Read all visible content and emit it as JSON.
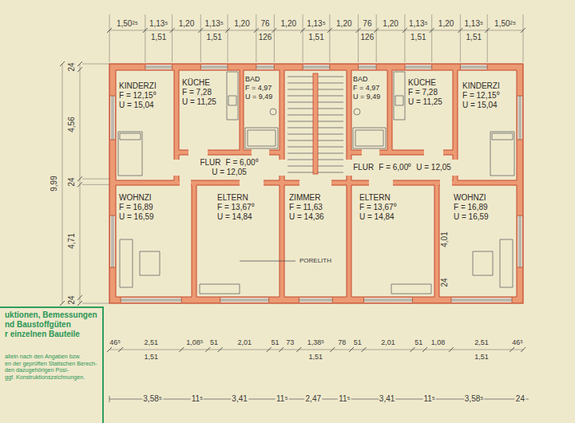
{
  "diagram": {
    "nodes": [
      {
        "text": [
          "KINDERZI",
          "F = 12,15⁰",
          "U = 15,04"
        ]
      },
      {
        "text": [
          "KÜCHE",
          "F = 7,28",
          "U = 11,25"
        ]
      },
      {
        "text": [
          "BAD",
          "F = 4,97",
          "U = 9,49"
        ]
      },
      {
        "text": [
          "BAD",
          "F = 4,97",
          "U = 9,49"
        ]
      },
      {
        "text": [
          "KÜCHE",
          "F = 7,28",
          "U = 11,25"
        ]
      },
      {
        "text": [
          "KINDERZI",
          "F = 12,15⁰",
          "U = 15,04"
        ]
      },
      {
        "text": [
          "FLUR",
          "F = 6,00⁰",
          "U = 12,05"
        ]
      },
      {
        "text": [
          "FLUR",
          "F = 6,00⁰",
          "U = 12,05"
        ]
      },
      {
        "text": [
          "WOHNZI",
          "F = 16,89",
          "U = 16,59"
        ]
      },
      {
        "text": [
          "ELTERN",
          "F = 13,67⁰",
          "U = 14,84"
        ]
      },
      {
        "text": [
          "ZIMMER",
          "F = 11,63",
          "U = 14,36"
        ]
      },
      {
        "text": [
          "ELTERN",
          "F = 13,67⁰",
          "U = 14,84"
        ]
      },
      {
        "text": [
          "WOHNZI",
          "F = 16,89",
          "U = 16,59"
        ]
      },
      {
        "text": [
          "uktionen, Bemessungen",
          "nd Baustoffgüten",
          "r einzelnen Bauteile",
          "allein nach den Angaben bzw.",
          "en der geprüften Statischen Berech-",
          "den dazugehörigen Posi-",
          "ggf. Konstruktionszeichnungen."
        ]
      }
    ],
    "labels": [
      "1,50²⁵",
      "1,13⁵",
      "1,20",
      "1,13⁵",
      "1,20",
      "76",
      "1,20",
      "1,13⁵",
      "1,20",
      "76",
      "1,20",
      "1,13⁵",
      "1,20",
      "1,13⁵",
      "1,50²⁵",
      "1,51",
      "1,51",
      "126",
      "1,51",
      "126",
      "1,51",
      "1,51",
      "9,99",
      "24",
      "4,56",
      "24",
      "4,71",
      "24",
      "4,01",
      "24",
      "PORELITH",
      "46⁵",
      "2,51",
      "1,08⁵",
      "51",
      "2,01",
      "51",
      "73",
      "1,38⁵",
      "78",
      "51",
      "2,01",
      "51",
      "1,08",
      "2,51",
      "46⁵",
      "1,51",
      "1,51",
      "1,51",
      "3,58⁵",
      "11⁵",
      "3,41",
      "11⁵",
      "2,47",
      "11⁵",
      "3,41",
      "11⁵",
      "3,58⁵",
      "24"
    ]
  }
}
